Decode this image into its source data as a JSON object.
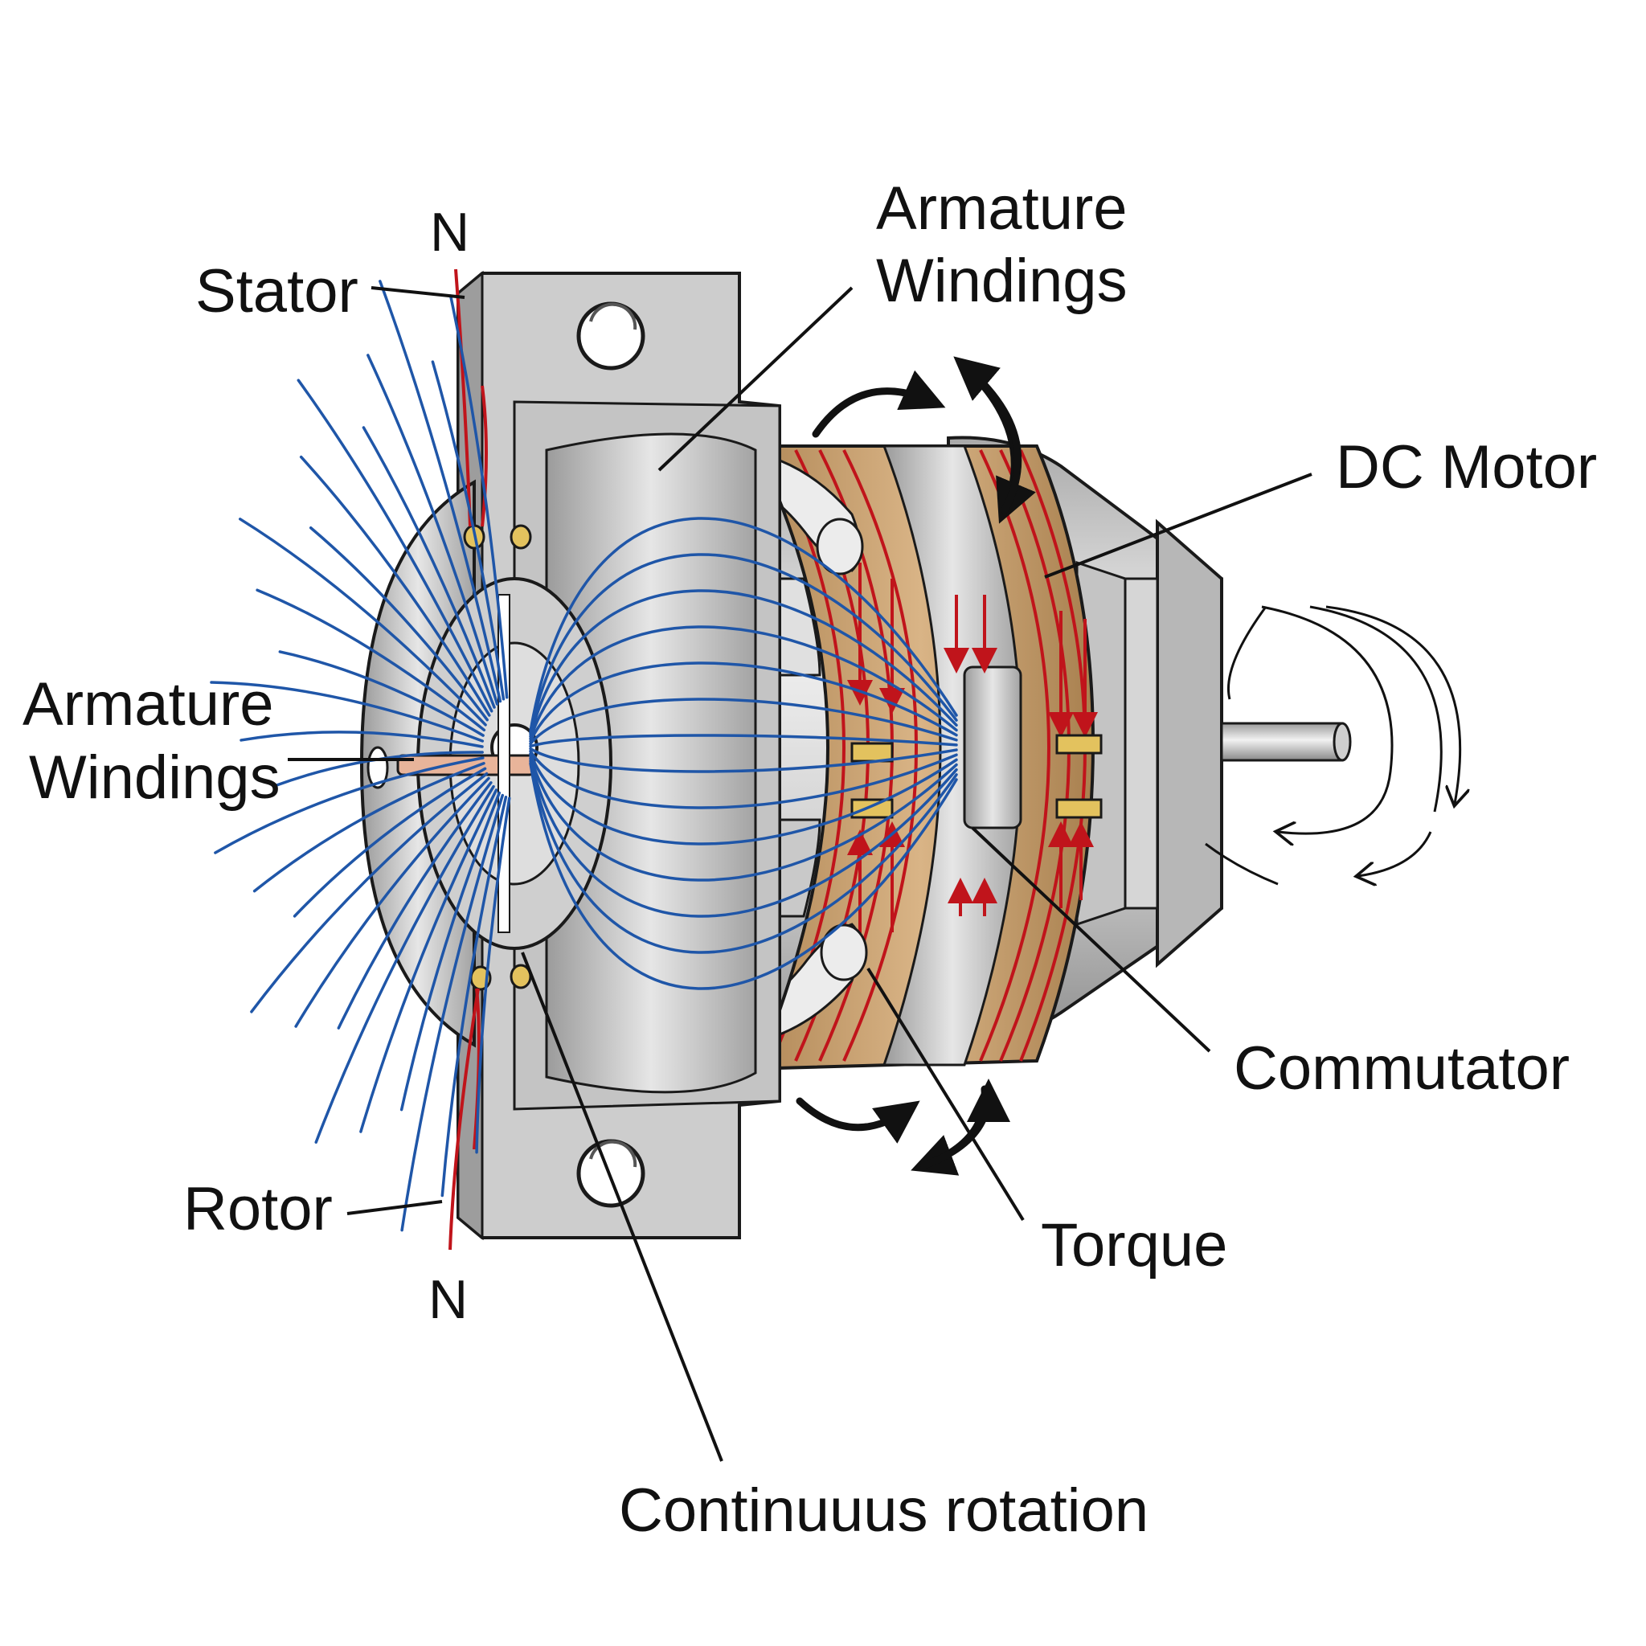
{
  "labels": {
    "pole_top": "N",
    "pole_bottom": "N",
    "stator": "Stator",
    "armature_windings_top_line1": "Armature",
    "armature_windings_top_line2": "Windings",
    "armature_windings_left_line1": "Armature",
    "armature_windings_left_line2": "Windings",
    "dc_motor": "DC Motor",
    "commutator": "Commutator",
    "rotor": "Rotor",
    "torque": "Torque",
    "continuous_rotation": "Continuuus rotation"
  },
  "colors": {
    "field_lines": "#1f56a8",
    "current_arrows": "#c0141b",
    "winding_copper": "#c79a64",
    "metal_light": "#d9d9d9",
    "metal_mid": "#bdbdbd",
    "metal_dark": "#8e8e8e",
    "outline": "#1a1a1a",
    "brush_yellow": "#e3c25e"
  },
  "icons": {
    "rotation_arrow": "curved-rotation-arrow-icon",
    "shaft": "shaft-icon",
    "mounting_hole": "mounting-hole-icon"
  }
}
